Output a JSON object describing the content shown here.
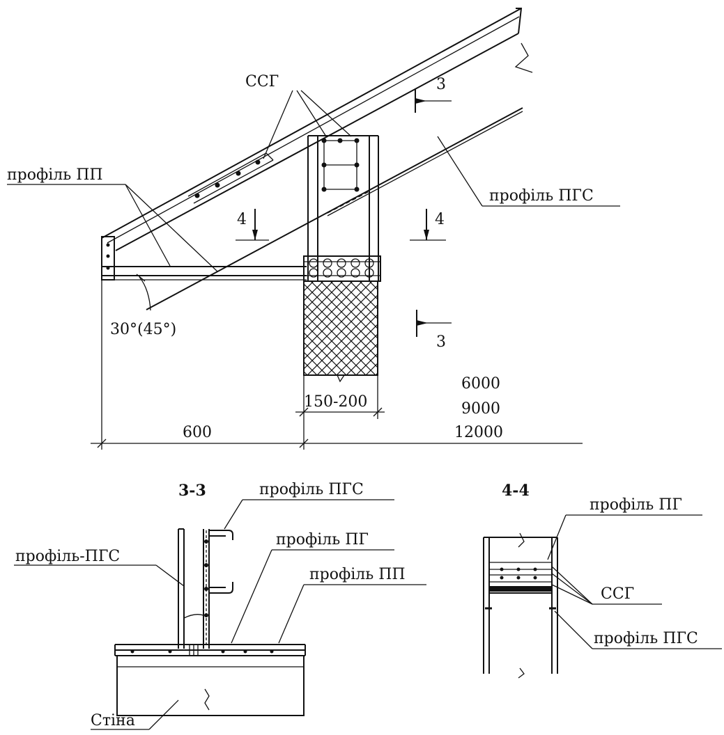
{
  "main_view": {
    "labels": {
      "ssg": "ССГ",
      "profile_pp": "профіль ПП",
      "profile_pgs": "профіль ПГС",
      "angle": "30°(45°)"
    },
    "sections": {
      "cut3_top": "3",
      "cut3_bottom": "3",
      "cut4_left": "4",
      "cut4_right": "4"
    },
    "dimensions": {
      "wall_width": "150-200",
      "overhang": "600",
      "span_1": "6000",
      "span_2": "9000",
      "span_3": "12000"
    }
  },
  "section_3_3": {
    "title": "3-3",
    "labels": {
      "profile_pgs_top": "профіль ПГС",
      "profile_pgs_left": "профіль-ПГС",
      "profile_pg": "профіль ПГ",
      "profile_pp": "профіль ПП",
      "wall": "Стіна"
    }
  },
  "section_4_4": {
    "title": "4-4",
    "labels": {
      "profile_pg": "профіль ПГ",
      "ssg": "ССГ",
      "profile_pgs": "профіль ПГС"
    }
  },
  "colors": {
    "ink": "#111111",
    "paper": "#ffffff"
  }
}
